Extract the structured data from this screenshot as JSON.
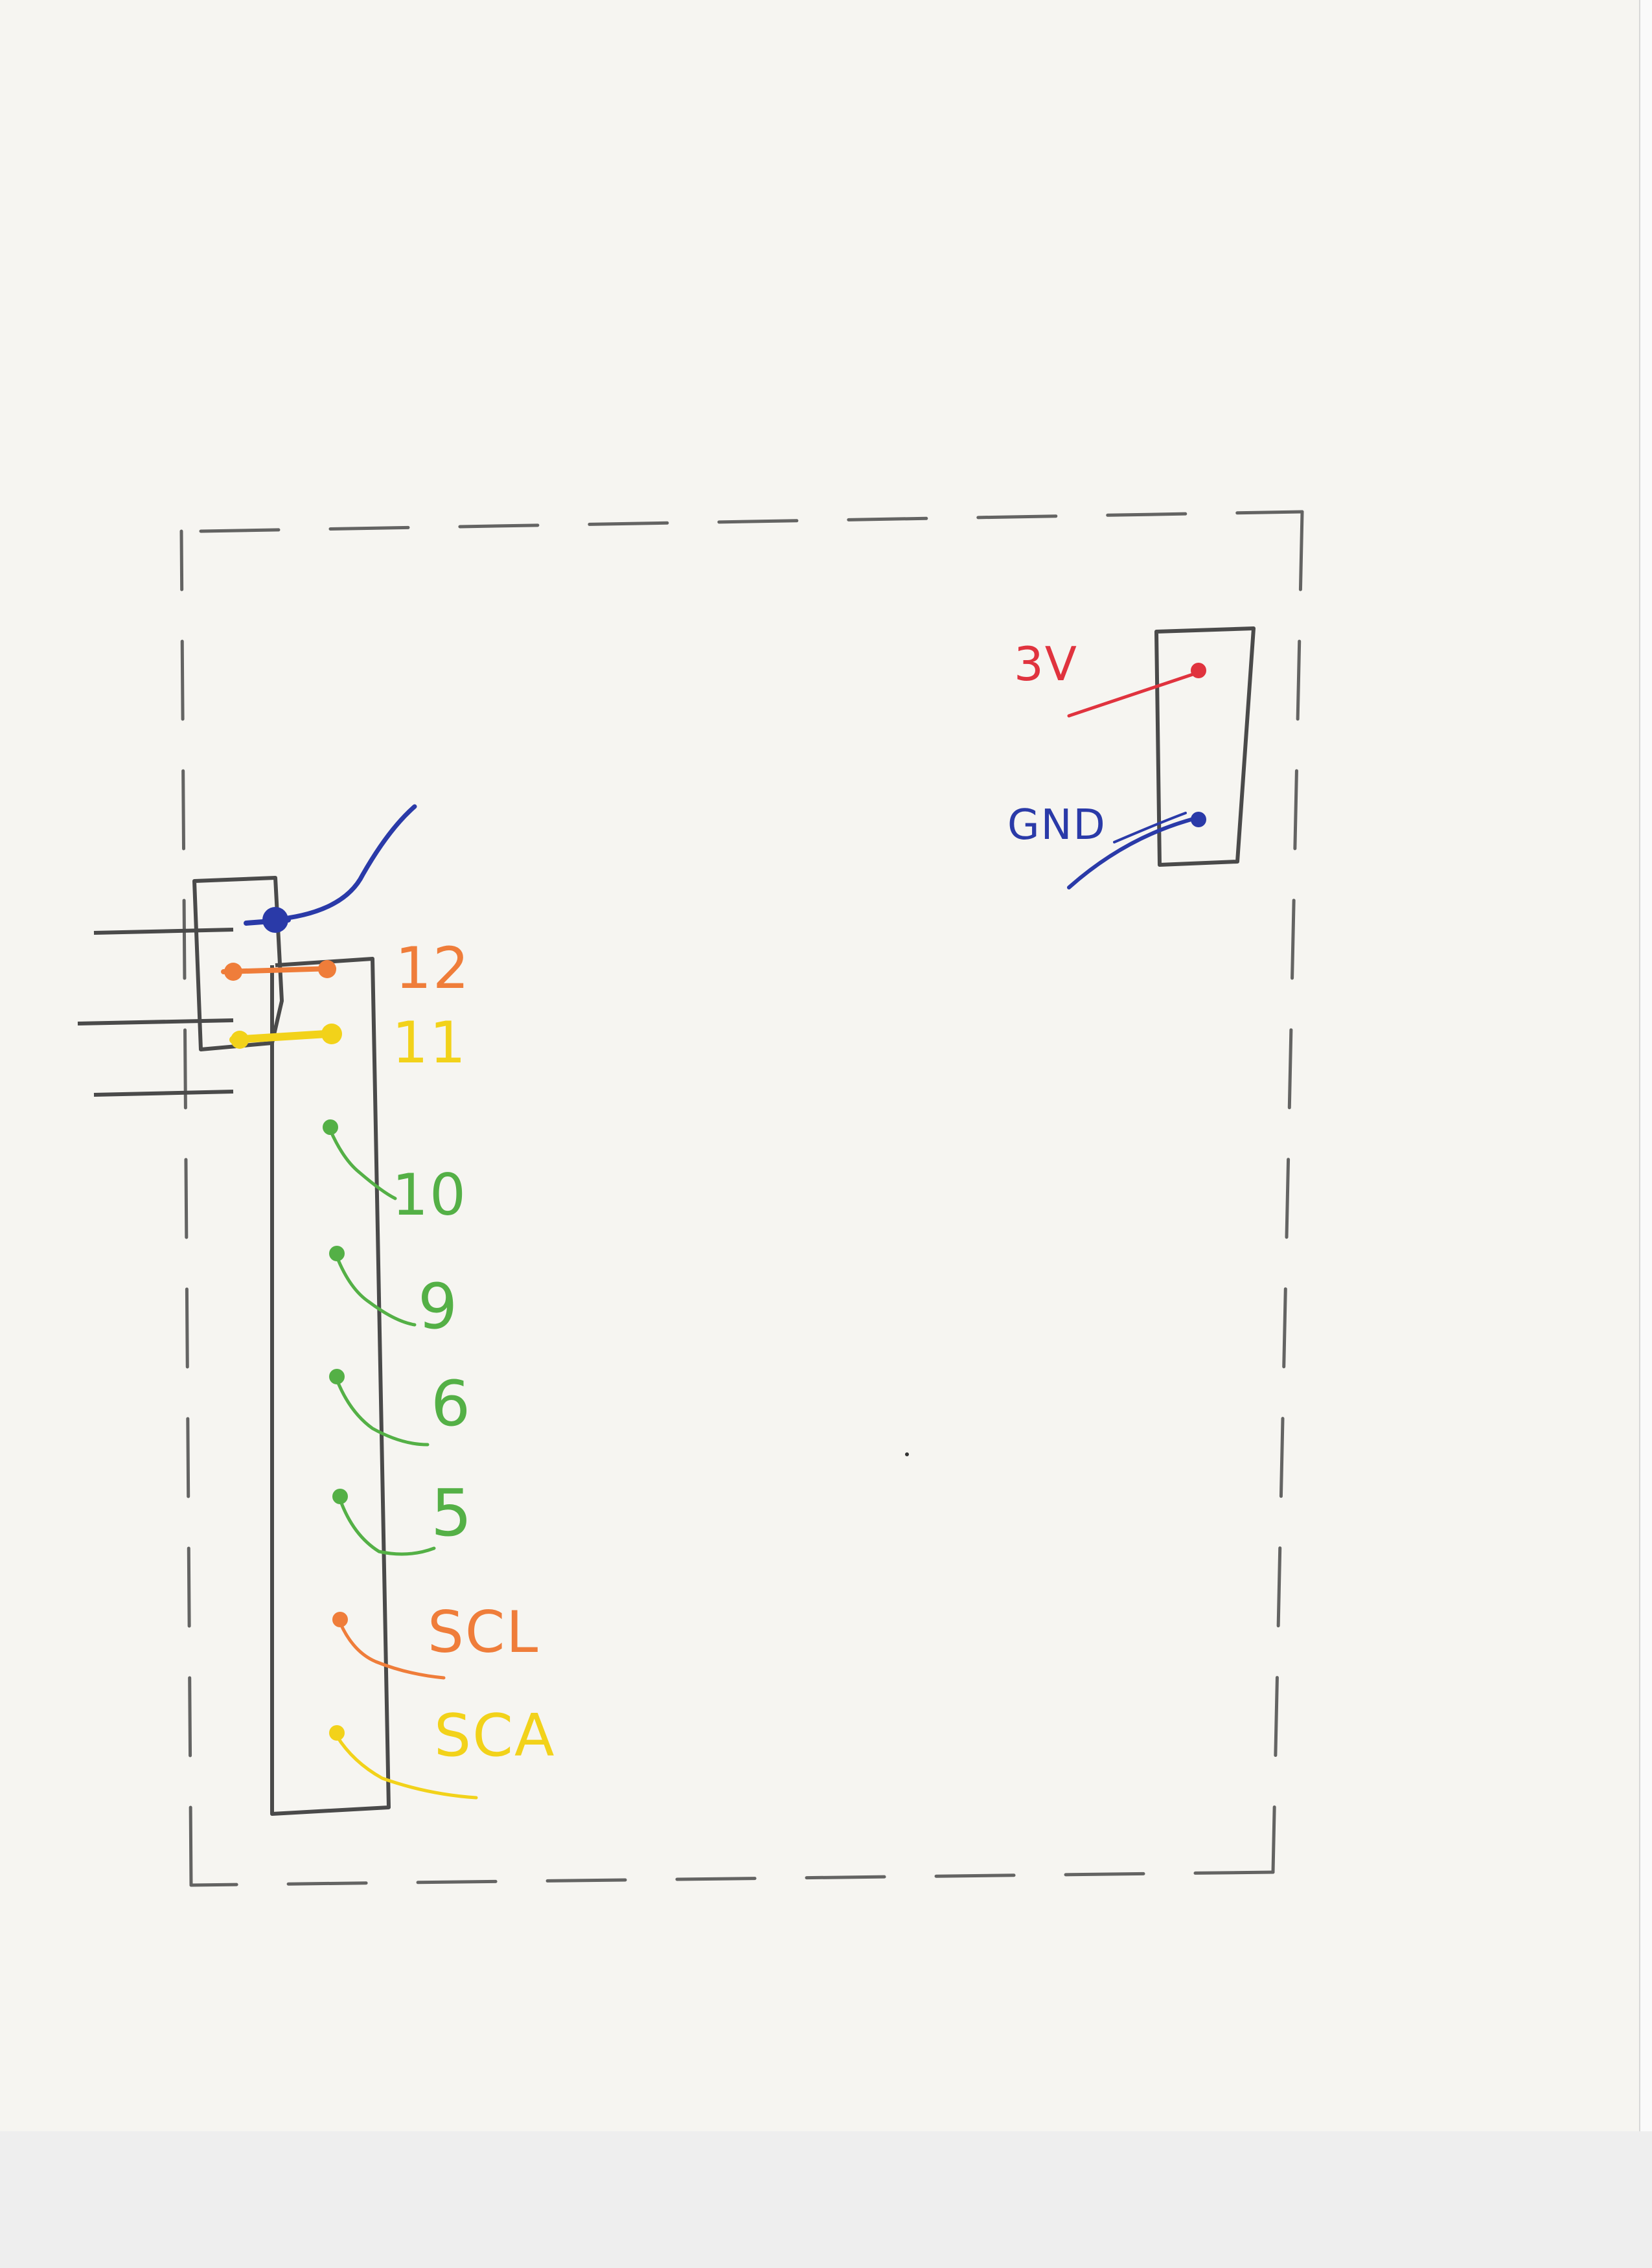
{
  "colors": {
    "paper": "#f6f5f1",
    "pencil": "#4a4a4a",
    "red": "#e0333e",
    "blue": "#2a3aa8",
    "orange": "#ef7d3a",
    "yellow": "#f2d21a",
    "green": "#54b046"
  },
  "power": {
    "v3": "3V",
    "gnd": "GND"
  },
  "pins": [
    {
      "label": "12",
      "color": "orange"
    },
    {
      "label": "11",
      "color": "yellow"
    },
    {
      "label": "10",
      "color": "green"
    },
    {
      "label": "9",
      "color": "green"
    },
    {
      "label": "6",
      "color": "green"
    },
    {
      "label": "5",
      "color": "green"
    },
    {
      "label": "SCL",
      "color": "orange"
    },
    {
      "label": "SCA",
      "color": "yellow"
    }
  ]
}
